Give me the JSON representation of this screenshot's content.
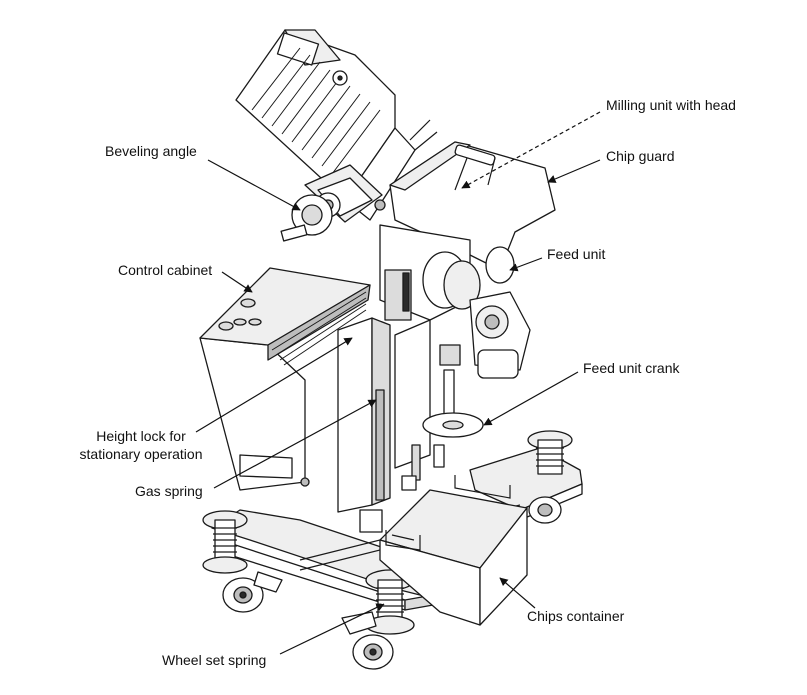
{
  "labels": {
    "milling_unit": "Milling unit with head",
    "beveling_angle": "Beveling angle",
    "chip_guard": "Chip guard",
    "control_cabinet": "Control cabinet",
    "feed_unit": "Feed unit",
    "feed_unit_crank": "Feed unit crank",
    "height_lock_line1": "Height lock for",
    "height_lock_line2": "stationary operation",
    "gas_spring": "Gas spring",
    "chips_container": "Chips container",
    "wheel_set_spring": "Wheel set spring"
  }
}
